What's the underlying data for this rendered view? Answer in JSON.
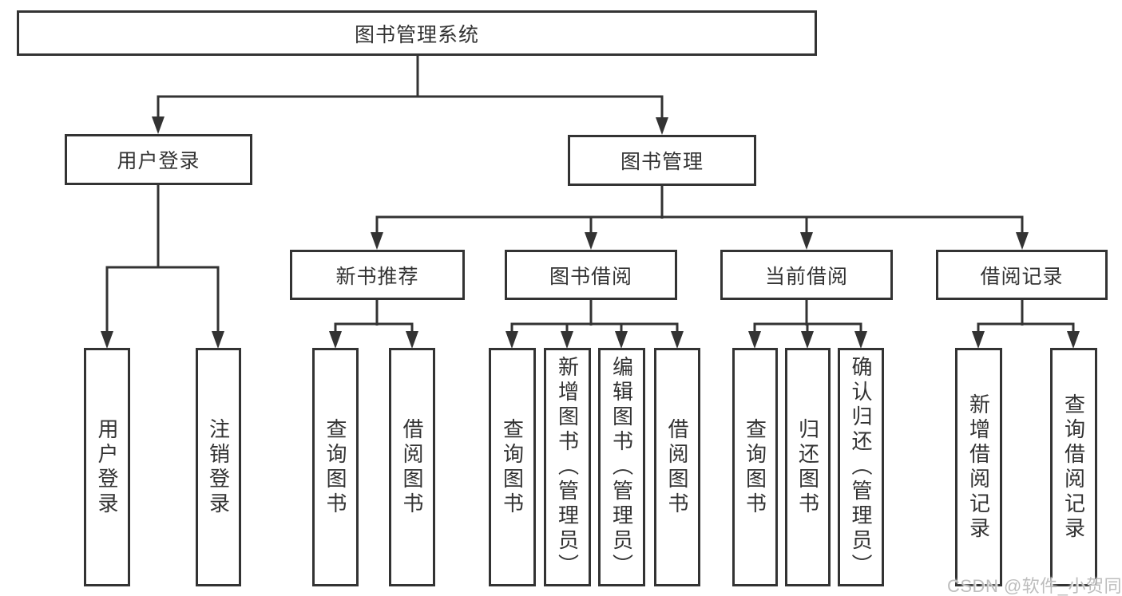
{
  "tree": {
    "label": "图书管理系统",
    "children": [
      {
        "label": "用户登录",
        "children": [
          {
            "label": "用户登录"
          },
          {
            "label": "注销登录"
          }
        ]
      },
      {
        "label": "图书管理",
        "children": [
          {
            "label": "新书推荐",
            "children": [
              {
                "label": "查询图书"
              },
              {
                "label": "借阅图书"
              }
            ]
          },
          {
            "label": "图书借阅",
            "children": [
              {
                "label": "查询图书"
              },
              {
                "label": "新增图书（管理员）"
              },
              {
                "label": "编辑图书（管理员）"
              },
              {
                "label": "借阅图书"
              }
            ]
          },
          {
            "label": "当前借阅",
            "children": [
              {
                "label": "查询图书"
              },
              {
                "label": "归还图书"
              },
              {
                "label": "确认归还（管理员）"
              }
            ]
          },
          {
            "label": "借阅记录",
            "children": [
              {
                "label": "新增借阅记录"
              },
              {
                "label": "查询借阅记录"
              }
            ]
          }
        ]
      }
    ]
  },
  "watermark": {
    "text": "CSDN @软件_小贺同学"
  },
  "colors": {
    "line": "#333333",
    "box_border": "#333333",
    "box_background": "#ffffff",
    "text": "#333333",
    "watermark": "#bdbdbd",
    "page_background": "#ffffff"
  }
}
